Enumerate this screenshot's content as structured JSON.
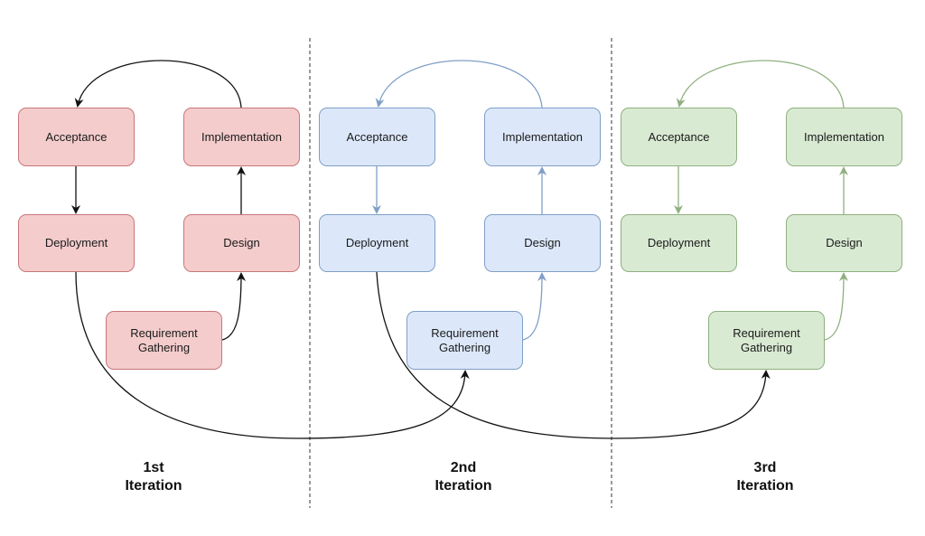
{
  "iterations": [
    {
      "label": "1st\nIteration",
      "color": "#f4cccc",
      "border": "#c9777a",
      "arrow": "#111111",
      "nodes": {
        "acceptance": "Acceptance",
        "implementation": "Implementation",
        "deployment": "Deployment",
        "design": "Design",
        "requirement": "Requirement\nGathering"
      }
    },
    {
      "label": "2nd\nIteration",
      "color": "#dce8fa",
      "border": "#7f9fc6",
      "arrow": "#7f9fc6",
      "nodes": {
        "acceptance": "Acceptance",
        "implementation": "Implementation",
        "deployment": "Deployment",
        "design": "Design",
        "requirement": "Requirement\nGathering"
      }
    },
    {
      "label": "3rd\nIteration",
      "color": "#d9ead3",
      "border": "#8fb07f",
      "arrow": "#8fb07f",
      "nodes": {
        "acceptance": "Acceptance",
        "implementation": "Implementation",
        "deployment": "Deployment",
        "design": "Design",
        "requirement": "Requirement\nGathering"
      }
    }
  ]
}
